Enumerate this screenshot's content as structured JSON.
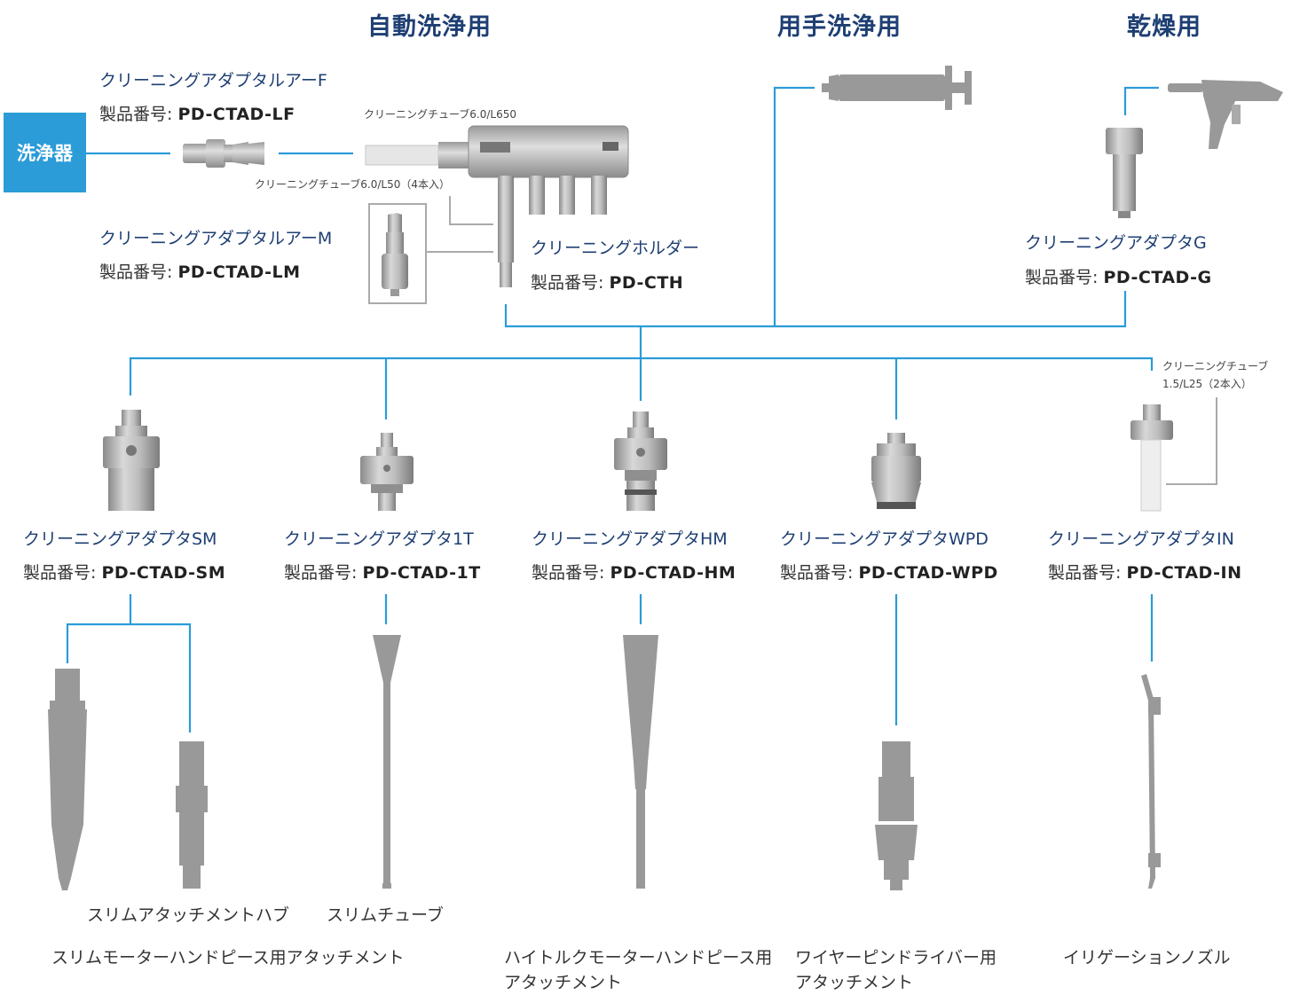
{
  "sections": {
    "auto": "自動洗浄用",
    "manual": "用手洗浄用",
    "dry": "乾燥用"
  },
  "washer": "洗浄器",
  "adapters": {
    "lf": {
      "name": "クリーニングアダプタルアーF",
      "label": "製品番号: ",
      "code": "PD-CTAD-LF"
    },
    "lm": {
      "name": "クリーニングアダプタルアーM",
      "label": "製品番号: ",
      "code": "PD-CTAD-LM"
    },
    "cth": {
      "name": "クリーニングホルダー",
      "label": "製品番号: ",
      "code": "PD-CTH"
    },
    "g": {
      "name": "クリーニングアダプタG",
      "label": "製品番号: ",
      "code": "PD-CTAD-G"
    },
    "sm": {
      "name": "クリーニングアダプタSM",
      "label": "製品番号: ",
      "code": "PD-CTAD-SM"
    },
    "t1": {
      "name": "クリーニングアダプタ1T",
      "label": "製品番号: ",
      "code": "PD-CTAD-1T"
    },
    "hm": {
      "name": "クリーニングアダプタHM",
      "label": "製品番号: ",
      "code": "PD-CTAD-HM"
    },
    "wpd": {
      "name": "クリーニングアダプタWPD",
      "label": "製品番号: ",
      "code": "PD-CTAD-WPD"
    },
    "in": {
      "name": "クリーニングアダプタIN",
      "label": "製品番号: ",
      "code": "PD-CTAD-IN"
    }
  },
  "notes": {
    "tube650": "クリーニングチューブ6.0/L650",
    "tube50": "クリーニングチューブ6.0/L50（4本入）",
    "tube25_a": "クリーニングチューブ",
    "tube25_b": "1.5/L25（2本入）"
  },
  "captions": {
    "hub": "スリムアタッチメントハブ",
    "tube": "スリムチューブ",
    "slim": "スリムモーターハンドピース用アタッチメント",
    "hightorque_a": "ハイトルクモーターハンドピース用",
    "hightorque_b": "アタッチメント",
    "wire_a": "ワイヤーピンドライバー用",
    "wire_b": "アタッチメント",
    "irrigation": "イリゲーションノズル"
  },
  "colors": {
    "line": "#2b9cd8",
    "title": "#1e3f73",
    "part": "#999999",
    "metal": "#b4b4b4"
  }
}
